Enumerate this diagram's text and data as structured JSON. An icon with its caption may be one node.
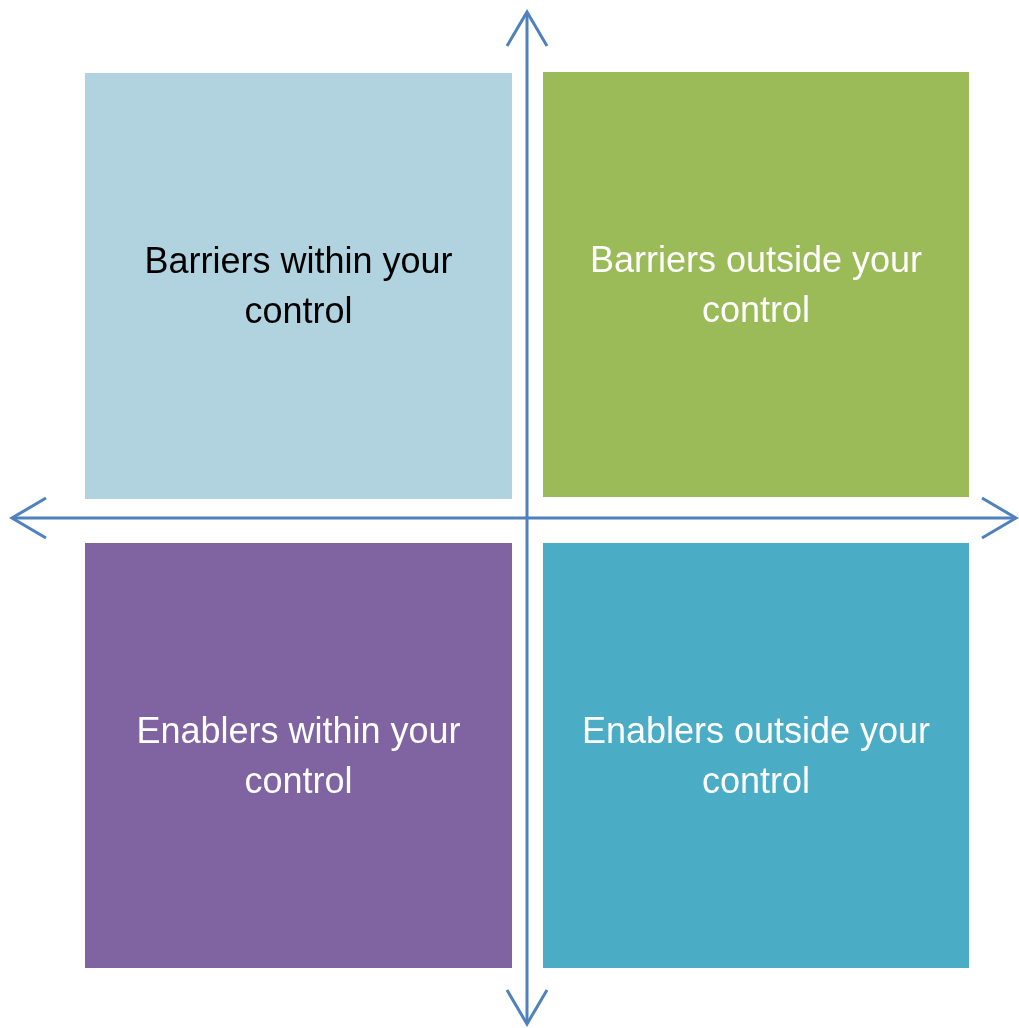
{
  "diagram": {
    "nodes": [
      {
        "text": [
          "Barriers within your control"
        ]
      },
      {
        "text": [
          "Barriers outside your control"
        ]
      },
      {
        "text": [
          "Enablers within your control"
        ]
      },
      {
        "text": [
          "Enablers outside your control"
        ]
      }
    ]
  }
}
